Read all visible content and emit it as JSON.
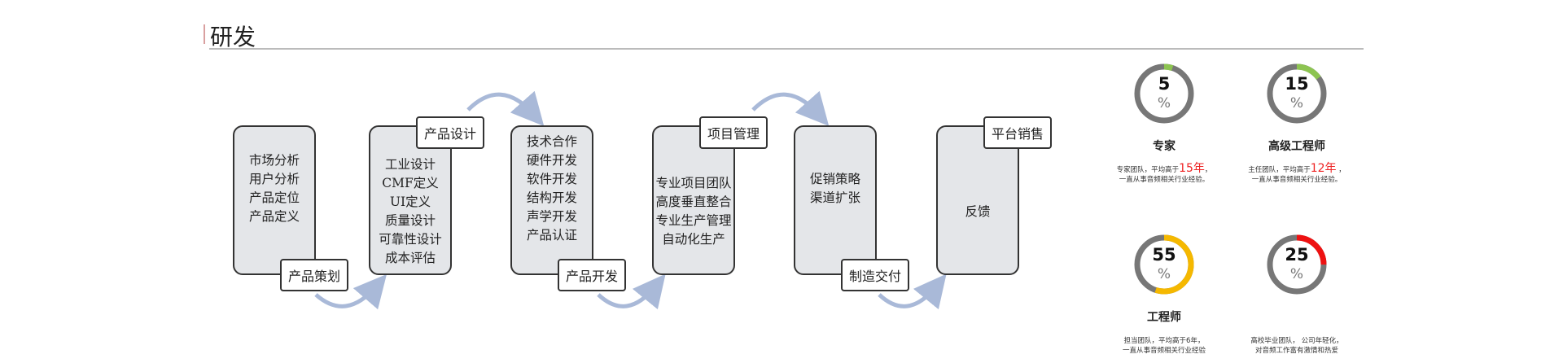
{
  "header": {
    "title": "研发"
  },
  "steps": [
    {
      "label": "产品策划",
      "items": [
        "市场分析",
        "用户分析",
        "产品定位",
        "产品定义"
      ]
    },
    {
      "label": "产品设计",
      "items": [
        "工业设计",
        "CMF定义",
        "UI定义",
        "质量设计",
        "可靠性设计",
        "成本评估"
      ]
    },
    {
      "label": "产品开发",
      "items": [
        "技术合作",
        "硬件开发",
        "软件开发",
        "结构开发",
        "声学开发",
        "产品认证"
      ]
    },
    {
      "label": "项目管理",
      "items": [
        "专业项目团队",
        "高度垂直整合",
        "专业生产管理",
        "自动化生产"
      ]
    },
    {
      "label": "制造交付",
      "items": [
        "促销策略",
        "渠道扩张"
      ]
    },
    {
      "label": "平台销售",
      "items": [
        "反馈"
      ]
    }
  ],
  "team": [
    {
      "value": 5,
      "unit": "%",
      "name": "专家",
      "color": "#8dc451",
      "desc1_pre": "专家团队，平均高于",
      "desc1_hl": "15年",
      "desc1_post": "，",
      "desc2": "一直从事音频相关行业经验。"
    },
    {
      "value": 15,
      "unit": "%",
      "name": "高级工程师",
      "color": "#8dc451",
      "desc1_pre": "主任团队，平均高于",
      "desc1_hl": "12年",
      "desc1_post": " ，",
      "desc2": "一直从事音频相关行业经验。"
    },
    {
      "value": 55,
      "unit": "%",
      "name": "工程师",
      "color": "#f5b800",
      "desc1_pre": "担当团队，平均高于6年，",
      "desc1_hl": "",
      "desc1_post": "",
      "desc2": "一直从事音频相关行业经验"
    },
    {
      "value": 25,
      "unit": "%",
      "name": "",
      "color": "#ee1111",
      "desc1_pre": "高校毕业团队， 公司年轻化，",
      "desc1_hl": "",
      "desc1_post": "",
      "desc2": "对音频工作富有激情和热爱"
    }
  ]
}
